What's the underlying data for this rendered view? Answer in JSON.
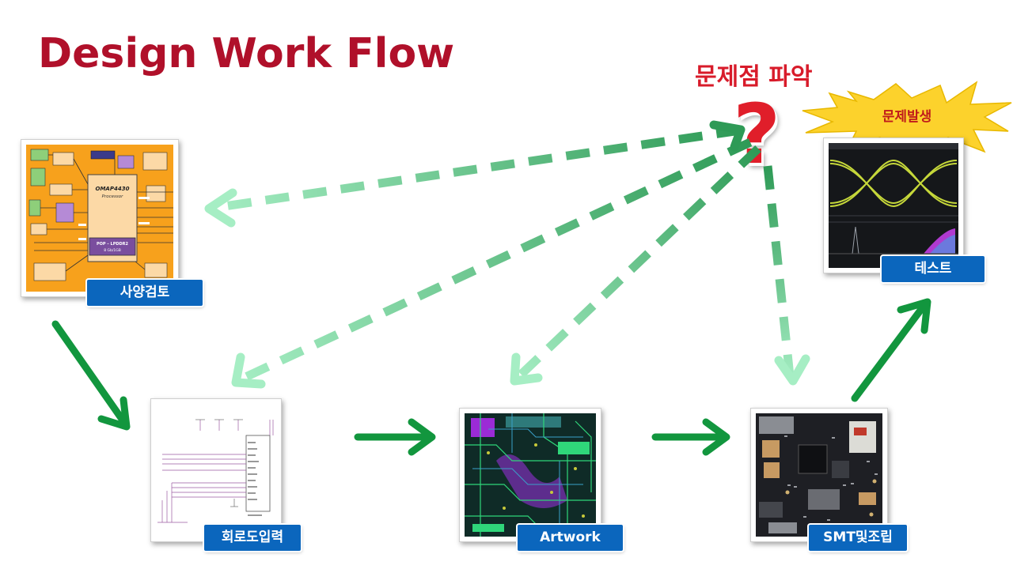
{
  "title": "Design Work Flow",
  "problem_identify_label": "문제점 파악",
  "question_mark": "?",
  "problem_occurred_label": "문제발생",
  "steps": [
    {
      "id": "spec-review",
      "label": "사양검토"
    },
    {
      "id": "schematic-entry",
      "label": "회로도입력"
    },
    {
      "id": "artwork",
      "label": "Artwork"
    },
    {
      "id": "smt-assembly",
      "label": "SMT및조립"
    },
    {
      "id": "test",
      "label": "테스트"
    }
  ],
  "spec_image_text": {
    "chip_name": "OMAP4430",
    "chip_sub": "Processor",
    "memory_name": "POP – LPDDR2",
    "memory_sub": "8 Gb/1GB"
  },
  "colors": {
    "title": "#b0102a",
    "problem_text": "#d81b2a",
    "label_bg": "#0b66bd",
    "flow_arrow": "#12963e",
    "feedback_dark": "#2e9a56",
    "feedback_light": "#a6eec4",
    "burst_fill": "#fcd22c"
  }
}
